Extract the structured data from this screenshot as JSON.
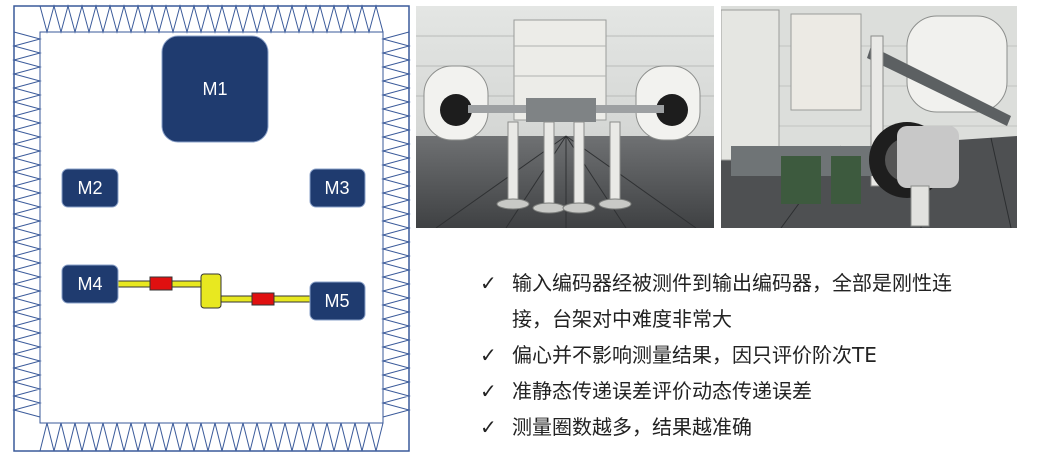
{
  "diagram": {
    "motors": [
      {
        "id": "M1",
        "label": "M1"
      },
      {
        "id": "M2",
        "label": "M2"
      },
      {
        "id": "M3",
        "label": "M3"
      },
      {
        "id": "M4",
        "label": "M4"
      },
      {
        "id": "M5",
        "label": "M5"
      }
    ],
    "colors": {
      "motor_fill": "#1f3b6f",
      "wall": "#3a5a9a",
      "shaft": "#e8e820",
      "coupling": "#e01010"
    }
  },
  "bullets": [
    {
      "text_line1": "输入编码器经被测件到输出编码器，全部是刚性连",
      "text_line2": "接，台架对中难度非常大"
    },
    {
      "text_line1": "偏心并不影响测量结果，因只评价阶次TE",
      "text_line2": ""
    },
    {
      "text_line1": "准静态传递误差评价动态传递误差",
      "text_line2": ""
    },
    {
      "text_line1": "测量圈数越多，结果越准确",
      "text_line2": ""
    }
  ]
}
